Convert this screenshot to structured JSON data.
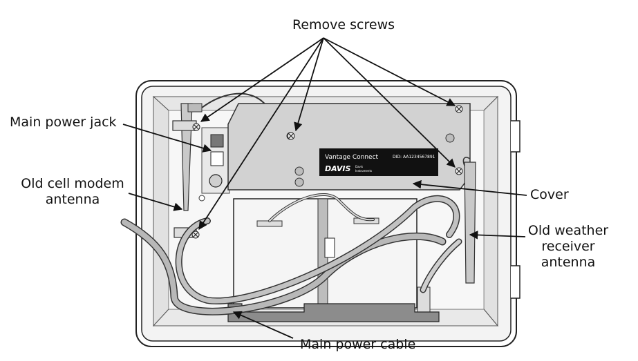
{
  "callouts": {
    "remove_screws": "Remove screws",
    "main_power_jack": "Main power jack",
    "old_cell_modem_antenna_line1": "Old cell modem",
    "old_cell_modem_antenna_line2": "antenna",
    "cover": "Cover",
    "old_weather_receiver_antenna_line1": "Old weather",
    "old_weather_receiver_antenna_line2": "receiver",
    "old_weather_receiver_antenna_line3": "antenna",
    "main_power_cable": "Main power cable"
  },
  "label_plate": {
    "product": "Vantage Connect",
    "did": "DID: AA1234567891",
    "brand": "DAVIS",
    "brand_sub_line1": "Davis",
    "brand_sub_line2": "Instruments"
  }
}
